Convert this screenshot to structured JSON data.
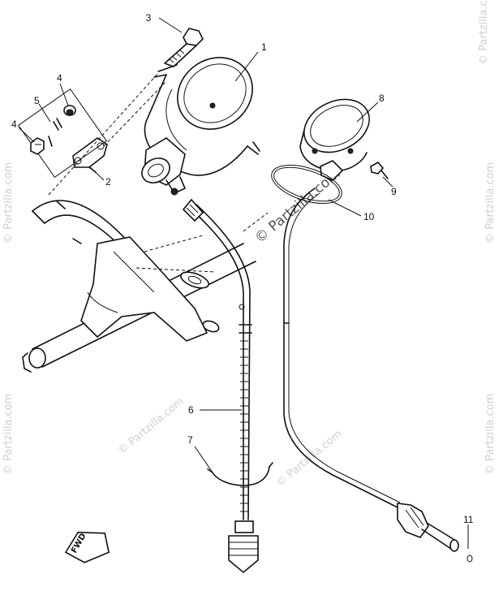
{
  "diagram": {
    "callouts": [
      {
        "id": "1",
        "label": "1"
      },
      {
        "id": "2",
        "label": "2"
      },
      {
        "id": "3",
        "label": "3"
      },
      {
        "id": "4a",
        "label": "4"
      },
      {
        "id": "4b",
        "label": "4"
      },
      {
        "id": "5",
        "label": "5"
      },
      {
        "id": "6",
        "label": "6"
      },
      {
        "id": "7",
        "label": "7"
      },
      {
        "id": "8",
        "label": "8"
      },
      {
        "id": "9",
        "label": "9"
      },
      {
        "id": "10",
        "label": "10"
      },
      {
        "id": "11",
        "label": "11"
      }
    ],
    "fwd_label": "FWD"
  },
  "watermark": {
    "text": "© Partzilla.com",
    "center_text": "© Partzilla.com"
  },
  "colors": {
    "line": "#111111",
    "watermark": "#cfcfcf",
    "background": "#ffffff"
  }
}
